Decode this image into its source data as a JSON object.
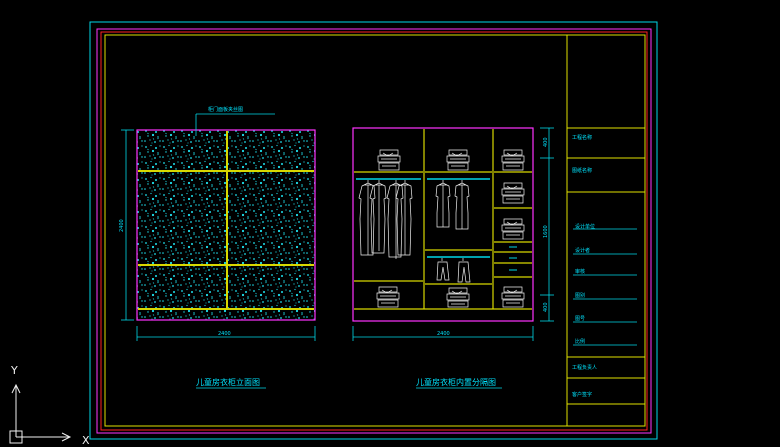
{
  "drawing": {
    "left_title": "儿童房衣柜立面图",
    "right_title": "儿童房衣柜内置分隔图",
    "callout": "柜门面板夹丝图",
    "dim_width_left": "2400",
    "dim_width_right": "2400",
    "dim_height_left": "2400",
    "dim_right_top": "400",
    "dim_right_mid": "1600",
    "dim_right_bot": "400"
  },
  "title_block": {
    "project_label": "工程名称",
    "drawing_label": "图纸名称",
    "rows": [
      "设计单位",
      "设计者",
      "审核",
      "图别",
      "图号",
      "比例",
      "工程负责人",
      "客户签字"
    ]
  },
  "ucs": {
    "y_label": "Y",
    "x_label": "X"
  },
  "colors": {
    "frame_red": "#ff2222",
    "frame_magenta": "#ff33ff",
    "frame_yellow": "#e0e000",
    "frame_cyan": "#00d8e8",
    "text_cyan": "#00e5ff",
    "clothing": "#f0f0f0"
  }
}
